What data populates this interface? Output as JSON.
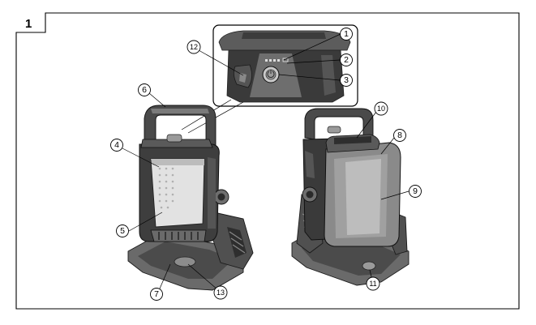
{
  "figure": {
    "number": "1",
    "callouts": [
      {
        "id": "c1",
        "label": "1"
      },
      {
        "id": "c2",
        "label": "2"
      },
      {
        "id": "c3",
        "label": "3"
      },
      {
        "id": "c4",
        "label": "4"
      },
      {
        "id": "c5",
        "label": "5"
      },
      {
        "id": "c6",
        "label": "6"
      },
      {
        "id": "c7",
        "label": "7"
      },
      {
        "id": "c8",
        "label": "8"
      },
      {
        "id": "c9",
        "label": "9"
      },
      {
        "id": "c10",
        "label": "10"
      },
      {
        "id": "c11",
        "label": "11"
      },
      {
        "id": "c12",
        "label": "12"
      },
      {
        "id": "c13",
        "label": "13"
      }
    ]
  }
}
